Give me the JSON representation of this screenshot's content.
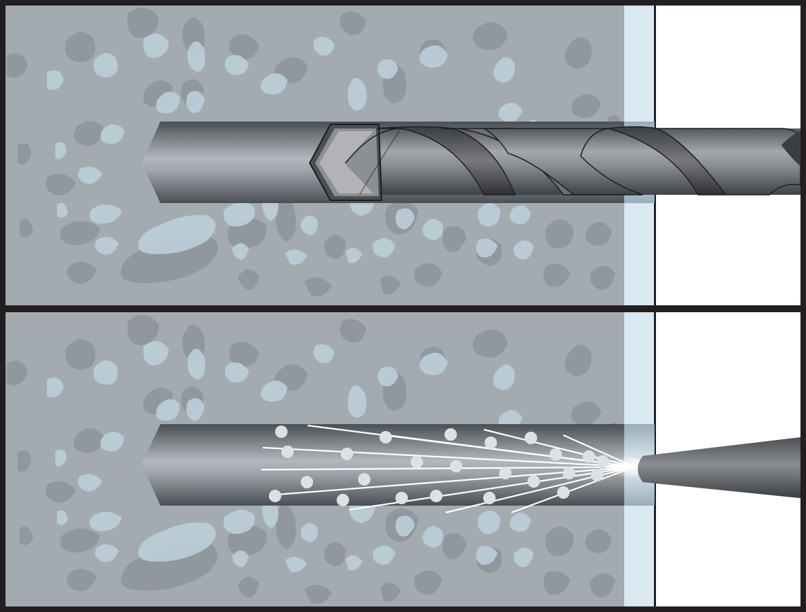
{
  "figure": {
    "panels": [
      {
        "id": "drilling",
        "step": 1
      },
      {
        "id": "blow-out",
        "step": 2
      }
    ]
  },
  "colors": {
    "frame": "#231f20",
    "concrete": "#a4abb0",
    "aggregate_dark": "#8f979d",
    "aggregate_light": "#bccfda",
    "plaster_layer": "#d9e8f1",
    "air_space": "#ffffff",
    "bore_hole_dark": "#4d5257",
    "bore_hole_light": "#aab0b5",
    "drill_bit": "#77797c",
    "air_stream": "#ffffff",
    "dust_particle": "#dde1e4",
    "nozzle": "#606468"
  },
  "icons": [
    "drill-bit-icon",
    "air-nozzle-icon",
    "dust-particle-icon"
  ]
}
